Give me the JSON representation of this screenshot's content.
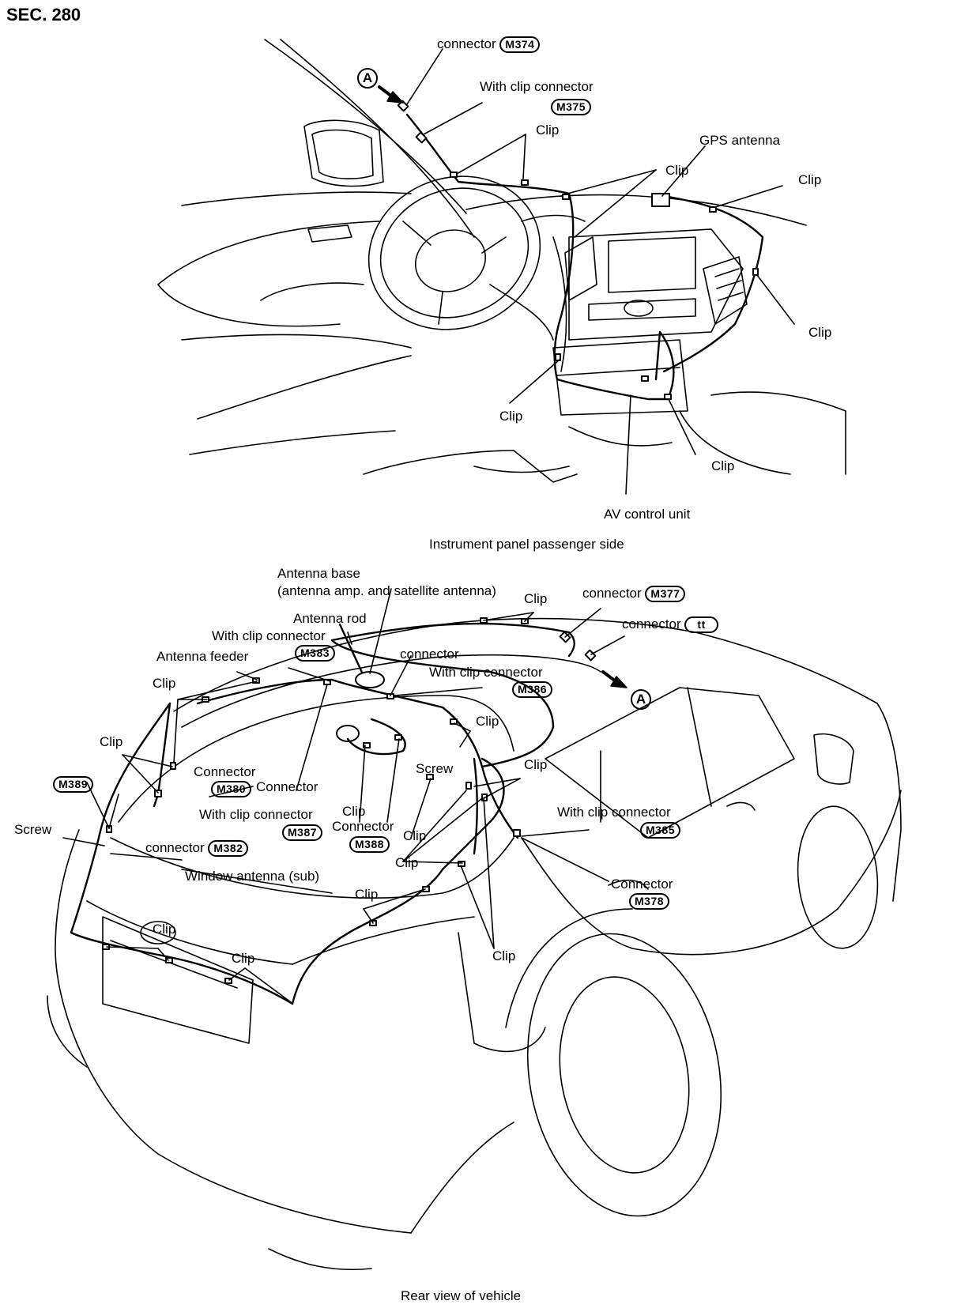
{
  "section": "SEC. 280",
  "top": {
    "caption": "Instrument panel passenger side",
    "labels": {
      "connector_m374": "connector",
      "m374": "M374",
      "ref_a": "A",
      "with_clip_connector": "With clip connector",
      "m375": "M375",
      "clip_1": "Clip",
      "gps_antenna": "GPS antenna",
      "clip_2": "Clip",
      "clip_3": "Clip",
      "clip_4": "Clip",
      "clip_5": "Clip",
      "clip_6": "Clip",
      "av_control_unit": "AV control unit"
    }
  },
  "bottom": {
    "caption": "Rear view of vehicle",
    "labels": {
      "antenna_base": "Antenna base",
      "antenna_base_sub": "(antenna amp. and satellite antenna)",
      "clip_top": "Clip",
      "connector_m377": "connector",
      "m377": "M377",
      "connector_tt": "connector",
      "tt": "tt",
      "antenna_rod": "Antenna rod",
      "with_clip_connector_m383": "With clip connector",
      "m383": "M383",
      "connector_plain": "connector",
      "antenna_feeder": "Antenna feeder",
      "with_clip_connector_m386": "With clip connector",
      "m386": "M386",
      "ref_a": "A",
      "clip_left": "Clip",
      "clip_mid": "Clip",
      "screw_center": "Screw",
      "clip_leftmost": "Clip",
      "connector_m380": "Connector",
      "m380": "M380",
      "connector_center": "Connector",
      "clip_right_upper": "Clip",
      "m389": "M389",
      "with_clip_connector_m387": "With clip connector",
      "m387": "M387",
      "clip_center": "Clip",
      "connector_m388": "Connector",
      "m388": "M388",
      "clip_center2": "Clip",
      "with_clip_connector_m385": "With clip connector",
      "m385": "M385",
      "screw_left": "Screw",
      "connector_m382": "connector",
      "m382": "M382",
      "clip_center3": "Clip",
      "window_antenna": "Window antenna (sub)",
      "connector_m378": "Connector",
      "m378": "M378",
      "clip_rear_mid": "Clip",
      "clip_rear_left": "Clip",
      "clip_rear_center": "Clip",
      "clip_rear_right": "Clip"
    }
  }
}
